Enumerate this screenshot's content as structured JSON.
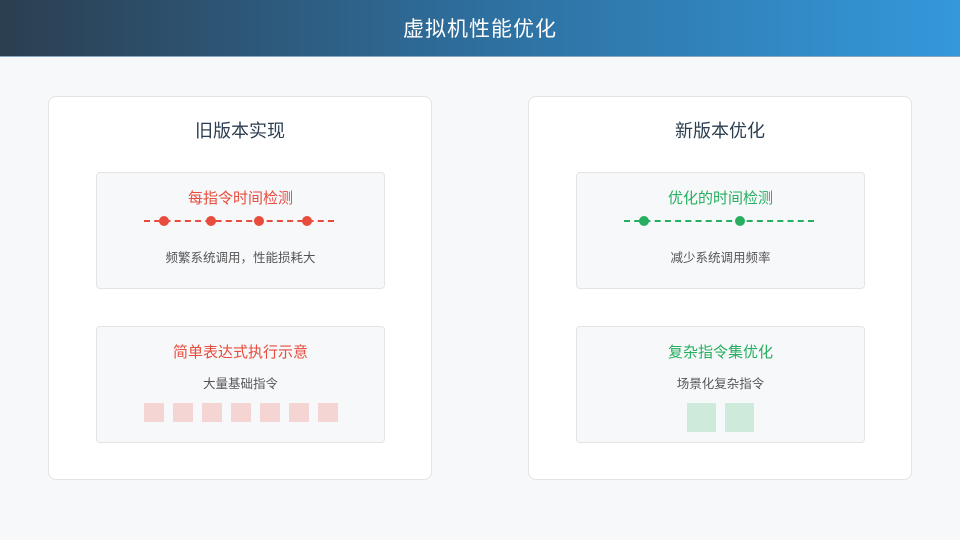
{
  "header": {
    "title": "虚拟机性能优化"
  },
  "colors": {
    "old_accent": "#e74c3c",
    "new_accent": "#27ae60",
    "old_block": "#f5d4d4",
    "new_block": "#cdeadb",
    "title_text": "#2c3e50"
  },
  "panels": [
    {
      "title": "旧版本实现",
      "timing": {
        "title": "每指令时间检测",
        "description": "频繁系统调用，性能损耗大",
        "checkpoints": 4
      },
      "instructions": {
        "title": "简单表达式执行示意",
        "description": "大量基础指令",
        "blocks": 7
      }
    },
    {
      "title": "新版本优化",
      "timing": {
        "title": "优化的时间检测",
        "description": "减少系统调用频率",
        "checkpoints": 2
      },
      "instructions": {
        "title": "复杂指令集优化",
        "description": "场景化复杂指令",
        "blocks": 2
      }
    }
  ]
}
